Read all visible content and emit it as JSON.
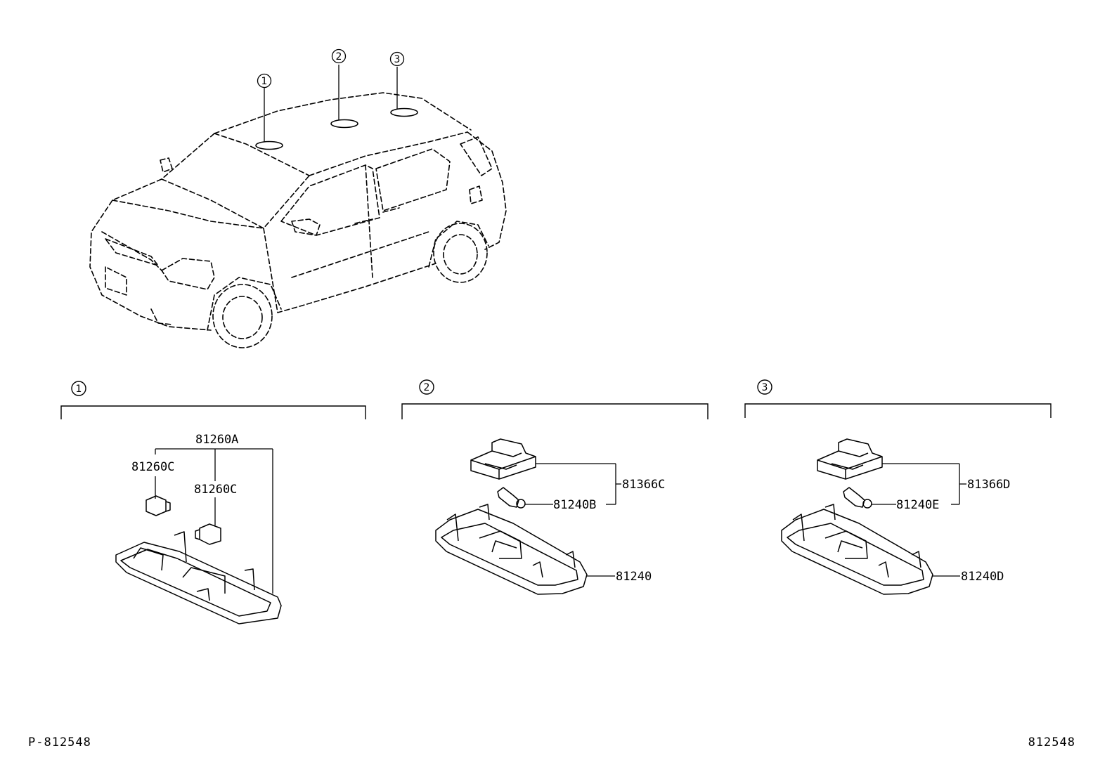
{
  "callouts": [
    "1",
    "2",
    "3"
  ],
  "sections": [
    {
      "number": "1",
      "parts": {
        "assy": "81260A",
        "bulb_left": "81260C",
        "bulb_right": "81260C"
      }
    },
    {
      "number": "2",
      "parts": {
        "lens": "81366C",
        "bulb": "81240B",
        "housing": "81240"
      }
    },
    {
      "number": "3",
      "parts": {
        "lens": "81366D",
        "bulb": "81240E",
        "housing": "81240D"
      }
    }
  ],
  "footer": {
    "left": "P-812548",
    "right": "812548"
  }
}
